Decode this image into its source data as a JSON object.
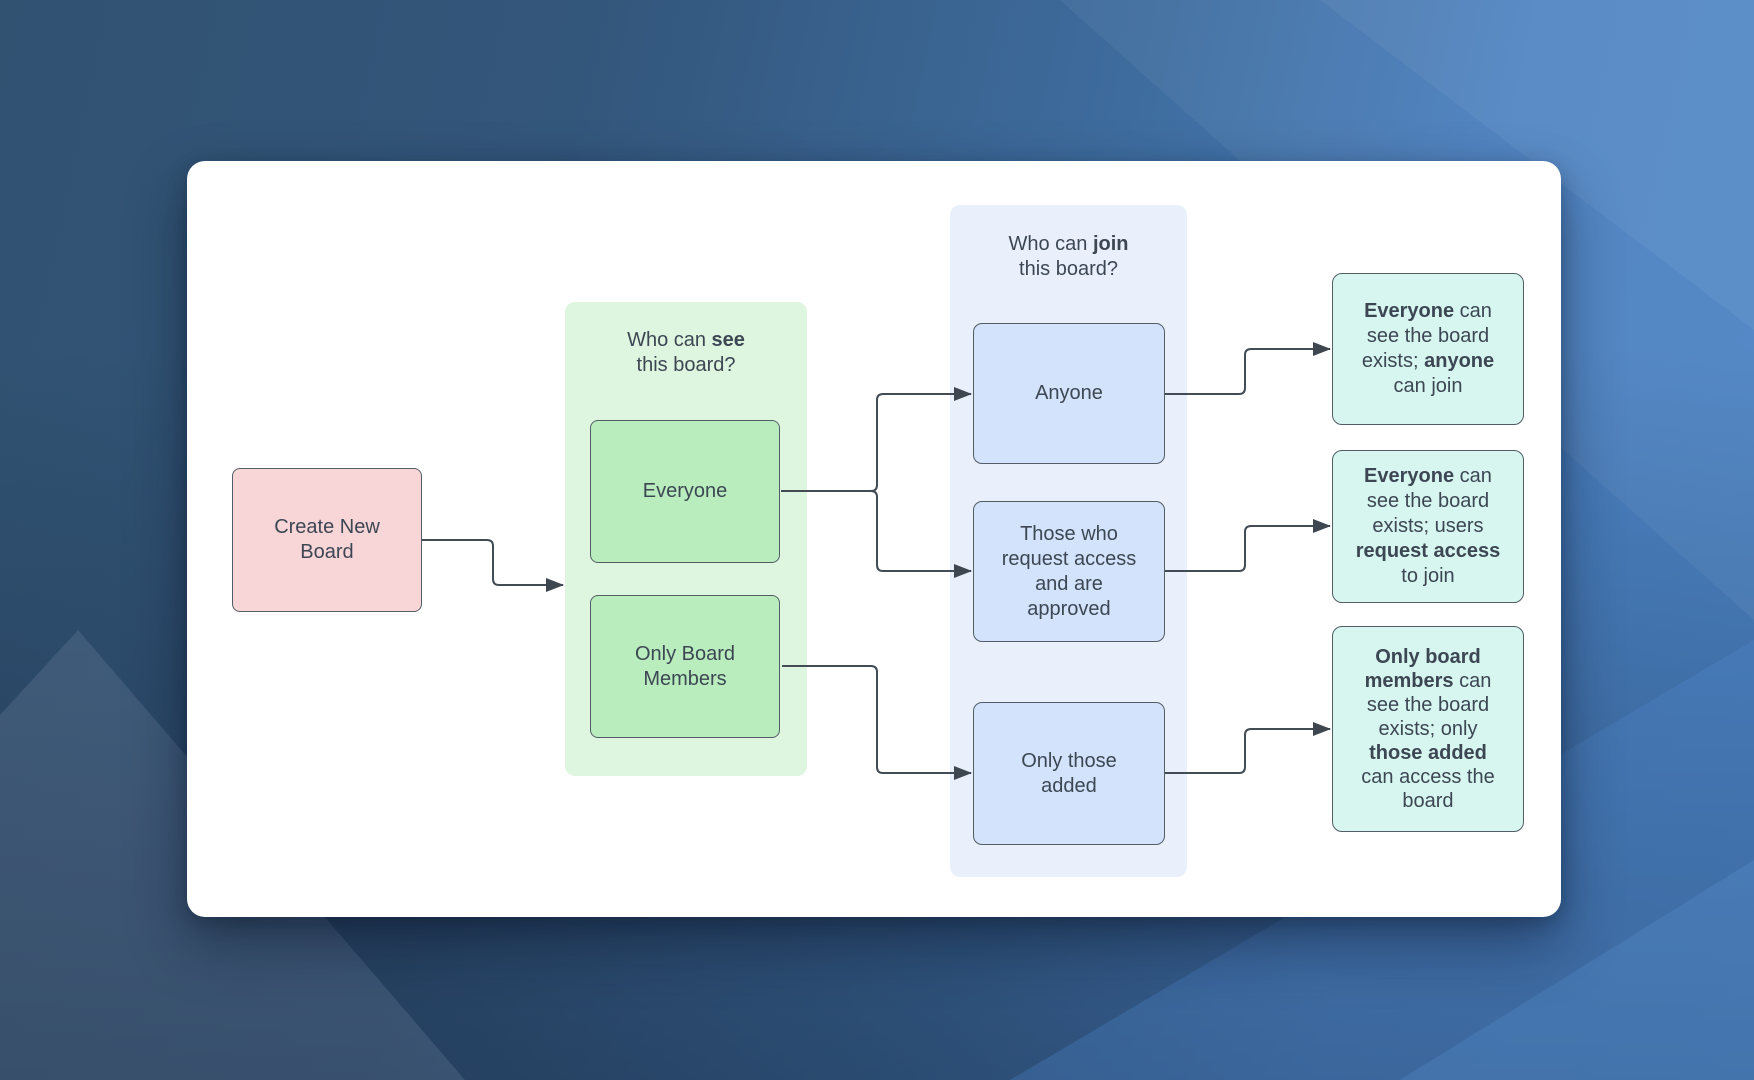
{
  "diagram": {
    "start_node": {
      "label": "Create New\nBoard"
    },
    "see_group": {
      "title": [
        {
          "text": "Who can ",
          "bold": false
        },
        {
          "text": "see",
          "bold": true
        },
        {
          "text": "\nthis board?",
          "bold": false
        }
      ],
      "options": [
        {
          "label": "Everyone"
        },
        {
          "label": "Only Board\nMembers"
        }
      ]
    },
    "join_group": {
      "title": [
        {
          "text": "Who can ",
          "bold": false
        },
        {
          "text": "join",
          "bold": true
        },
        {
          "text": "\nthis board?",
          "bold": false
        }
      ],
      "options": [
        {
          "label": "Anyone"
        },
        {
          "label": "Those who\nrequest access\nand are\napproved"
        },
        {
          "label": "Only those\nadded"
        }
      ]
    },
    "outcomes": [
      {
        "rich": [
          {
            "text": "Everyone",
            "bold": true
          },
          {
            "text": " can\nsee the board\nexists; ",
            "bold": false
          },
          {
            "text": "anyone",
            "bold": true
          },
          {
            "text": "\ncan join",
            "bold": false
          }
        ]
      },
      {
        "rich": [
          {
            "text": "Everyone",
            "bold": true
          },
          {
            "text": " can\nsee the board\nexists; users\n",
            "bold": false
          },
          {
            "text": "request access",
            "bold": true
          },
          {
            "text": "\nto join",
            "bold": false
          }
        ]
      },
      {
        "rich": [
          {
            "text": "Only board\nmembers",
            "bold": true
          },
          {
            "text": " can\nsee the board\nexists; only\n",
            "bold": false
          },
          {
            "text": "those added",
            "bold": true
          },
          {
            "text": "\ncan access the\nboard",
            "bold": false
          }
        ]
      }
    ],
    "colors": {
      "card": "#ffffff",
      "start_fill": "#f8d6d8",
      "see_group_fill": "#def5df",
      "see_option_fill": "#b9edbd",
      "join_group_fill": "#e9f0fb",
      "join_option_fill": "#d2e3fb",
      "outcome_fill": "#d7f6ef",
      "node_border": "#545d66",
      "connector": "#434c55",
      "text": "#3d4754",
      "background_dark": "#31506f",
      "background_light": "#4a80c0"
    }
  }
}
